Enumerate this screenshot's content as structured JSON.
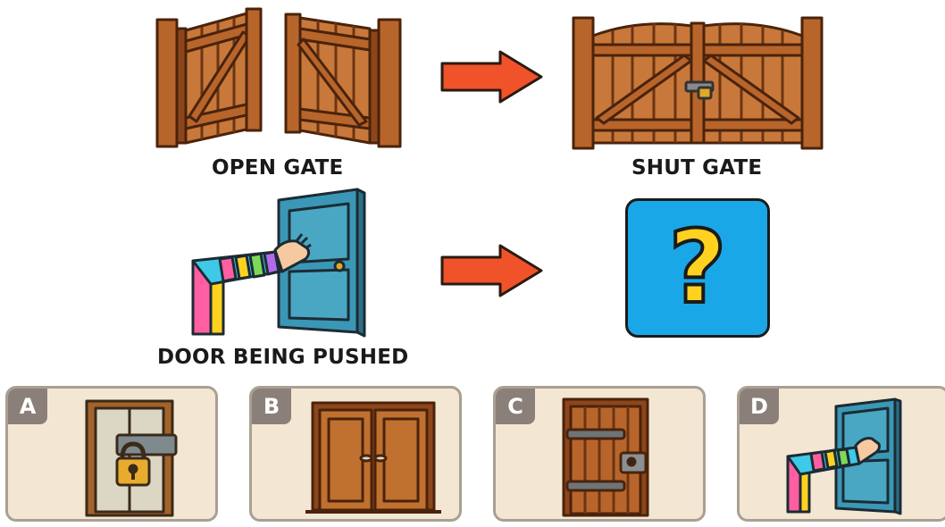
{
  "top_row": {
    "left_caption": "OPEN GATE",
    "right_caption": "SHUT GATE"
  },
  "middle_row": {
    "left_caption": "DOOR BEING PUSHED",
    "unknown_symbol": "?"
  },
  "options": [
    {
      "letter": "A",
      "icon": "locked-door-icon"
    },
    {
      "letter": "B",
      "icon": "double-door-icon"
    },
    {
      "letter": "C",
      "icon": "wooden-door-with-latch-icon"
    },
    {
      "letter": "D",
      "icon": "door-being-pushed-icon"
    }
  ],
  "colors": {
    "wood": "#b8652b",
    "wood_dark": "#6b3512",
    "arrow": "#f0522a",
    "question_bg": "#1aa7e8",
    "question_mark": "#ffd21f",
    "door_blue": "#3b97b6",
    "card_bg": "#f3e7d3",
    "badge_bg": "#8b8079"
  }
}
